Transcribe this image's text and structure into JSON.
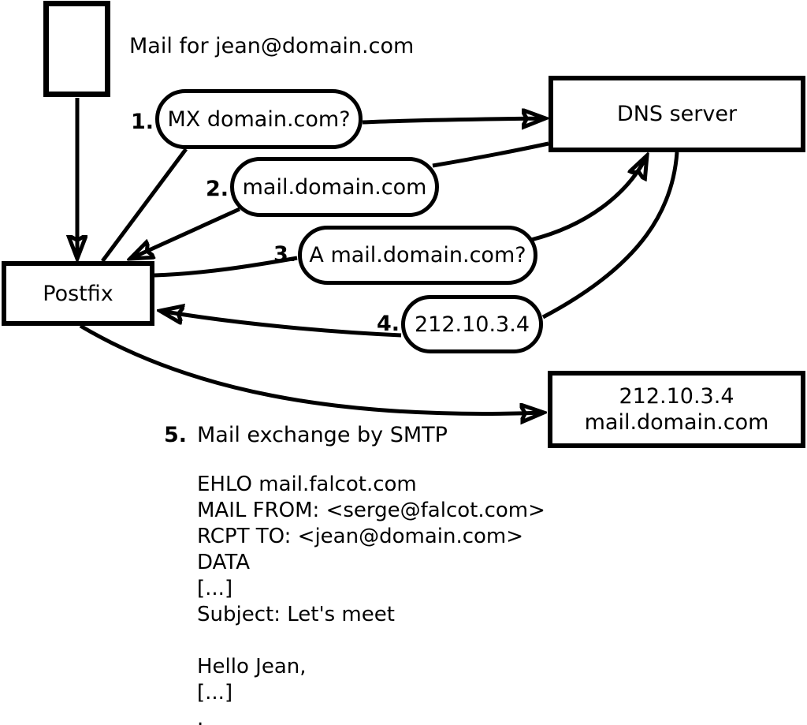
{
  "colors": {
    "ink": "#000000",
    "paper": "#ffffff"
  },
  "title_note": "Mail for jean@domain.com",
  "nodes": {
    "postfix": {
      "label": "Postfix"
    },
    "dns": {
      "label": "DNS server"
    },
    "mailserver": {
      "line1": "212.10.3.4",
      "line2": "mail.domain.com"
    }
  },
  "steps": [
    {
      "num": "1.",
      "label": "MX domain.com?"
    },
    {
      "num": "2.",
      "label": "mail.domain.com"
    },
    {
      "num": "3.",
      "label": "A mail.domain.com?"
    },
    {
      "num": "4.",
      "label": "212.10.3.4"
    },
    {
      "num": "5.",
      "label": "Mail exchange by SMTP"
    }
  ],
  "smtp_session": {
    "lines": [
      "EHLO mail.falcot.com",
      "MAIL FROM: <serge@falcot.com>",
      "RCPT TO: <jean@domain.com>",
      "DATA",
      "[...]",
      "Subject: Let's meet",
      "",
      "Hello Jean,",
      "[...]",
      "."
    ]
  }
}
